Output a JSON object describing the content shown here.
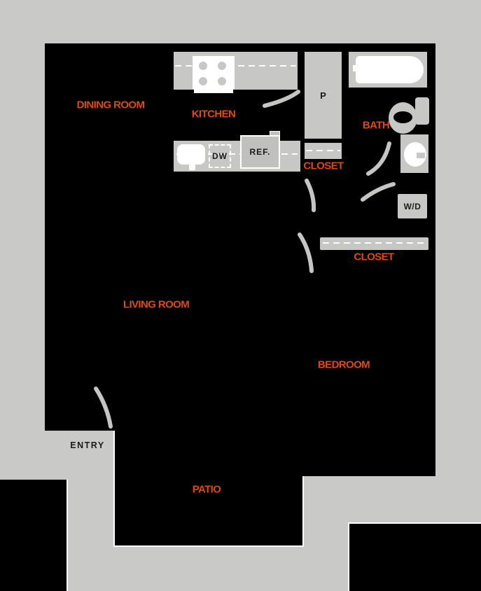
{
  "plan_title": "apartment-floor-plan",
  "rooms": {
    "dining_room": "DINING ROOM",
    "kitchen": "KITCHEN",
    "bath": "BATH",
    "hall_closet": "CLOSET",
    "bedroom_closet": "CLOSET",
    "living_room": "LIVING ROOM",
    "bedroom": "BEDROOM",
    "patio": "PATIO",
    "entry": "ENTRY"
  },
  "fixtures": {
    "pantry": "P",
    "dishwasher": "DW",
    "refrigerator": "REF.",
    "washer_dryer": "W/D"
  },
  "colors": {
    "background": "#c9cac8",
    "walls": "#000000",
    "fixture_fill": "#c7c8c6",
    "refrigerator_fill": "#c0c1bf",
    "label_accent": "#dd4a10",
    "dark_text": "#1a1a1a",
    "outline": "#ffffff"
  }
}
